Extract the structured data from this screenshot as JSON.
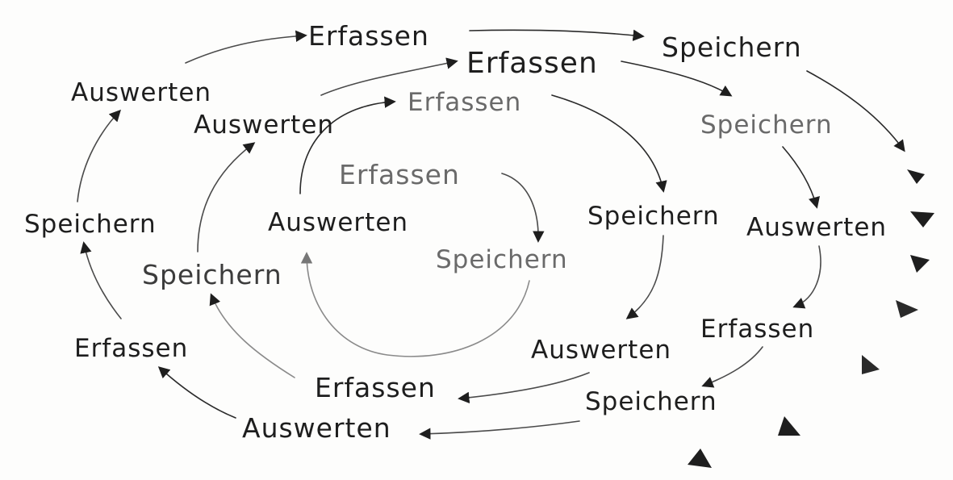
{
  "labels": {
    "inner_erfassen": "Erfassen",
    "inner_speichern": "Speichern",
    "inner_auswerten": "Auswerten",
    "ring2_erfassen_top": "Erfassen",
    "ring2_speichern_right": "Speichern",
    "ring2_auswerten_bottom": "Auswerten",
    "ring2_erfassen_bottom": "Erfassen",
    "ring2_speichern_left": "Speichern",
    "ring2_auswerten_left": "Auswerten",
    "ring3_erfassen_top": "Erfassen",
    "ring3_speichern_right": "Speichern",
    "ring3_auswerten_right": "Auswerten",
    "ring3_erfassen_right": "Erfassen",
    "ring3_speichern_bottom": "Speichern",
    "ring3_auswerten_bottom": "Auswerten",
    "ring3_erfassen_left": "Erfassen",
    "ring3_speichern_left": "Speichern",
    "ring3_auswerten_left": "Auswerten",
    "outer_erfassen_top": "Erfassen",
    "outer_speichern_top": "Speichern"
  },
  "colors": {
    "ink_dark": "#1e1e1e",
    "ink_light": "#8a8a8a",
    "paper": "#fdfdfc"
  }
}
